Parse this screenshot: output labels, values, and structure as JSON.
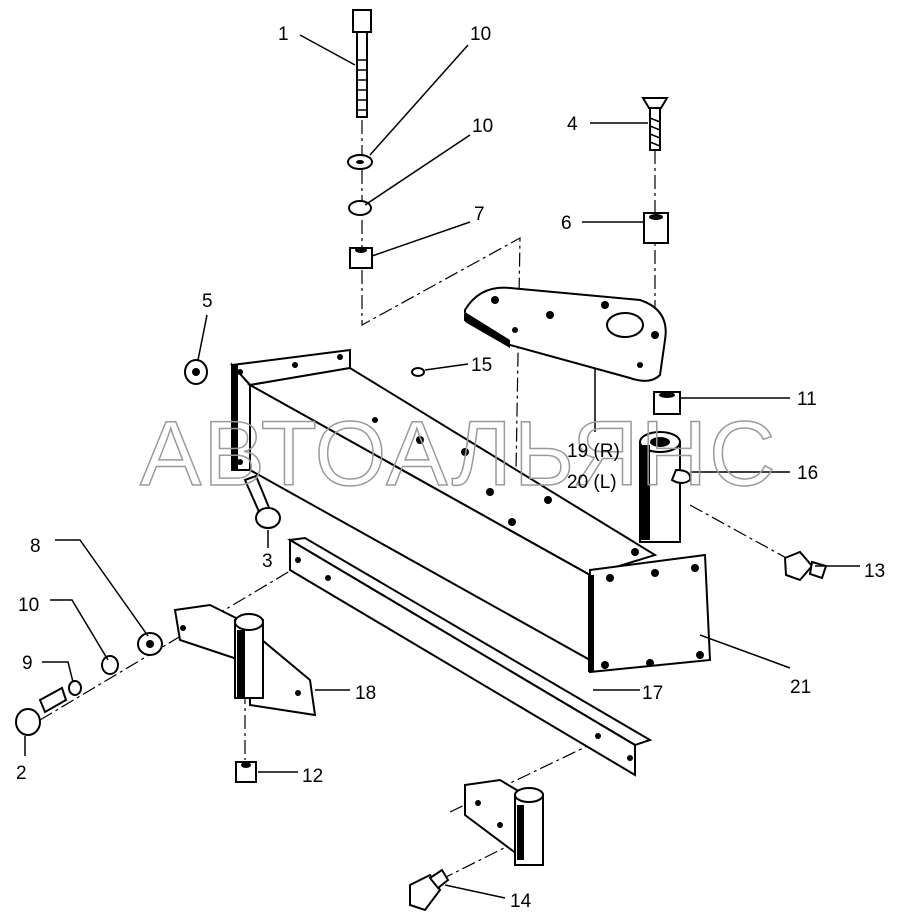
{
  "watermark": "АВТОАЛЬЯНС",
  "labels": {
    "l1": "1",
    "l10a": "10",
    "l10b": "10",
    "l7": "7",
    "l4": "4",
    "l6": "6",
    "l5": "5",
    "l15": "15",
    "l11": "11",
    "l16": "16",
    "l19": "19 (R)",
    "l20": "20 (L)",
    "l3": "3",
    "l13": "13",
    "l21": "21",
    "l8": "8",
    "l10c": "10",
    "l9": "9",
    "l2": "2",
    "l18": "18",
    "l17": "17",
    "l12": "12",
    "l14": "14"
  }
}
